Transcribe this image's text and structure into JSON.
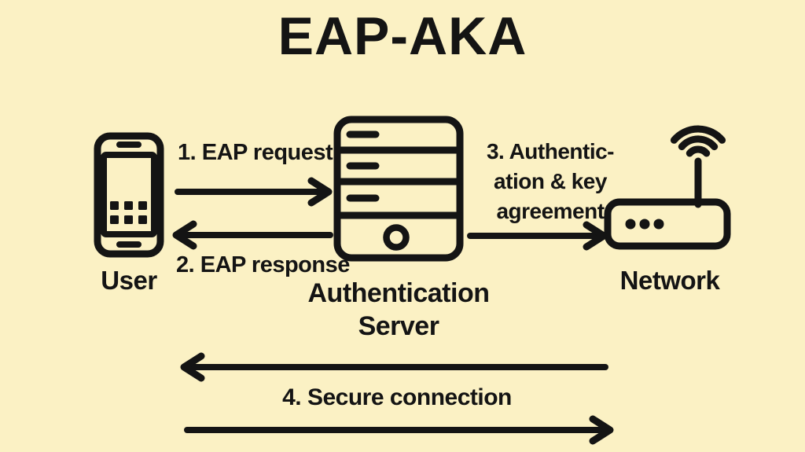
{
  "title": "EAP-AKA",
  "colors": {
    "background": "#FBF1C4",
    "ink": "#141414"
  },
  "nodes": {
    "user": {
      "label": "User",
      "icon": "smartphone-icon"
    },
    "server": {
      "label_lines": [
        "Authentication",
        "Server"
      ],
      "icon": "server-icon"
    },
    "network": {
      "label": "Network",
      "icon": "router-icon"
    }
  },
  "flows": {
    "eap_request": {
      "label": "1. EAP request",
      "direction": "user-to-server"
    },
    "eap_response": {
      "label": "2. EAP response",
      "direction": "server-to-user"
    },
    "auth_key_agreement": {
      "label_lines": [
        "3. Authentic-",
        "ation & key",
        "agreement"
      ],
      "direction": "server-to-network"
    },
    "secure_connection": {
      "label": "4. Secure connection",
      "direction": "bidirectional-user-network"
    }
  }
}
